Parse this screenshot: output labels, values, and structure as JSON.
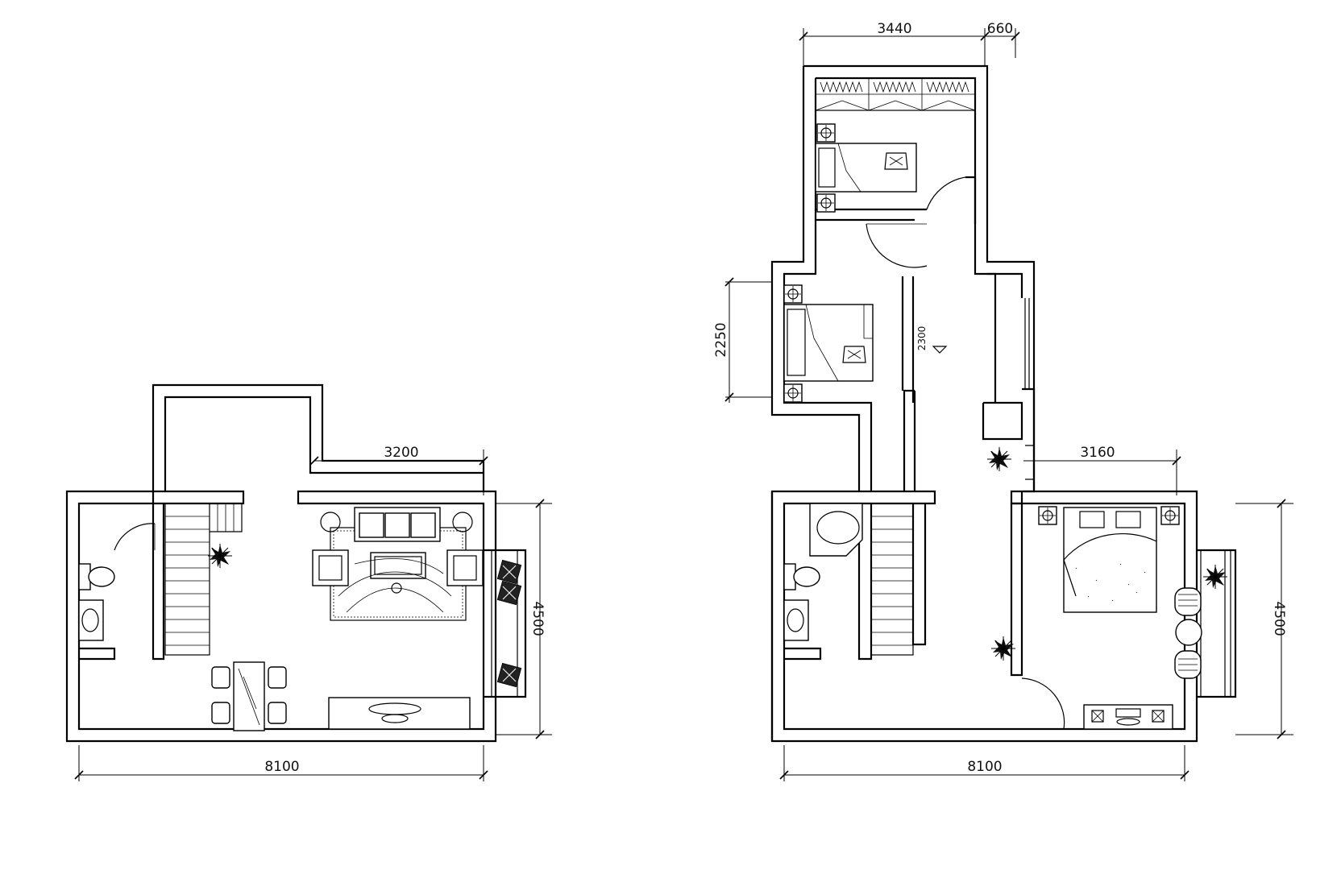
{
  "plans": [
    {
      "dimensions": {
        "top_width": "3200",
        "bottom_width": "8100",
        "right_depth": "4500"
      }
    },
    {
      "dimensions": {
        "top_left_width": "3440",
        "top_right_width": "660",
        "left_depth": "2250",
        "stair_note": "2300",
        "bedroom_width": "3160",
        "bottom_width": "8100",
        "right_depth": "4500"
      }
    }
  ]
}
